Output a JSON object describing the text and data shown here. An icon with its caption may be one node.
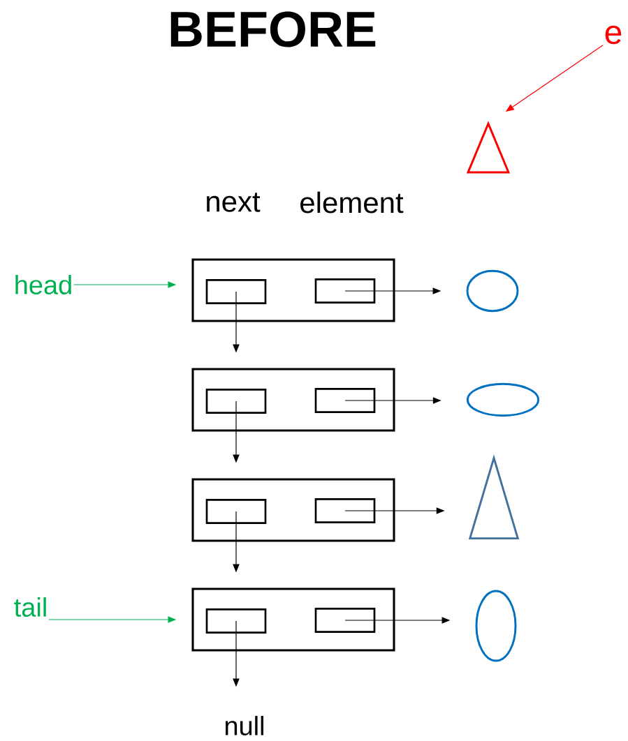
{
  "diagram": {
    "title": "BEFORE",
    "nodes": [
      {
        "text": [
          "e"
        ]
      },
      {
        "text": [],
        "shape": "triangle"
      },
      {
        "text": [
          "head"
        ]
      },
      {
        "text": [],
        "shape": "box"
      },
      {
        "text": [],
        "shape": "box",
        "in": 3
      },
      {
        "text": [],
        "shape": "box",
        "in": 3
      },
      {
        "text": [],
        "shape": "ellipse"
      },
      {
        "text": [],
        "shape": "box"
      },
      {
        "text": [],
        "shape": "box",
        "in": 7
      },
      {
        "text": [],
        "shape": "box",
        "in": 7
      },
      {
        "text": [],
        "shape": "ellipse"
      },
      {
        "text": [],
        "shape": "box"
      },
      {
        "text": [],
        "shape": "box",
        "in": 11
      },
      {
        "text": [],
        "shape": "box",
        "in": 11
      },
      {
        "text": [],
        "shape": "triangle"
      },
      {
        "text": [
          "tail"
        ]
      },
      {
        "text": [],
        "shape": "box"
      },
      {
        "text": [],
        "shape": "box",
        "in": 16
      },
      {
        "text": [],
        "shape": "box",
        "in": 16
      },
      {
        "text": [],
        "shape": "ellipse"
      },
      {
        "text": [
          "null"
        ]
      }
    ],
    "edges": [
      {
        "from": 0,
        "to": 1,
        "arrow": "to",
        "color": "#ff0000"
      },
      {
        "from": 2,
        "to": 3,
        "arrow": "to",
        "color": "#00b050"
      },
      {
        "from": 5,
        "to": 6,
        "arrow": "to"
      },
      {
        "from": 4,
        "to": 7,
        "arrow": "to"
      },
      {
        "from": 9,
        "to": 10,
        "arrow": "to"
      },
      {
        "from": 8,
        "to": 11,
        "arrow": "to"
      },
      {
        "from": 13,
        "to": 14,
        "arrow": "to"
      },
      {
        "from": 12,
        "to": 16,
        "arrow": "to"
      },
      {
        "from": 15,
        "to": 16,
        "arrow": "to",
        "color": "#00b050"
      },
      {
        "from": 18,
        "to": 19,
        "arrow": "to"
      },
      {
        "from": 17,
        "to": 20,
        "arrow": "to"
      }
    ],
    "labels": [
      "next",
      "element"
    ]
  }
}
